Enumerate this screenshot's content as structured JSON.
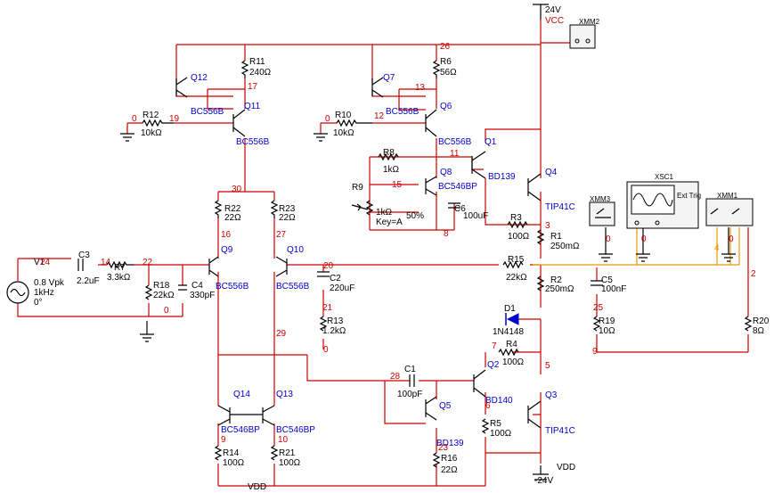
{
  "supply": {
    "vcc_value": "24V",
    "vcc_name": "VCC",
    "vdd_name": "VDD",
    "vdd_value": "-24V",
    "vdd_bottom": "VDD"
  },
  "source": {
    "name": "V1",
    "amplitude": "0.8 Vpk",
    "frequency": "1kHz",
    "phase": "0°"
  },
  "components": {
    "R1": {
      "name": "R1",
      "value": "250mΩ"
    },
    "R2": {
      "name": "R2",
      "value": "250mΩ"
    },
    "R3": {
      "name": "R3",
      "value": "100Ω"
    },
    "R4": {
      "name": "R4",
      "value": "100Ω"
    },
    "R5": {
      "name": "R5",
      "value": "100Ω"
    },
    "R6": {
      "name": "R6",
      "value": "56Ω"
    },
    "R7": {
      "name": "R7",
      "value": "3.3kΩ"
    },
    "R8": {
      "name": "R8",
      "value": "1kΩ"
    },
    "R9": {
      "name": "R9",
      "value": "1kΩ",
      "key": "Key=A",
      "percent": "50%"
    },
    "R10": {
      "name": "R10",
      "value": "10kΩ"
    },
    "R11": {
      "name": "R11",
      "value": "240Ω"
    },
    "R12": {
      "name": "R12",
      "value": "10kΩ"
    },
    "R13": {
      "name": "R13",
      "value": "1.2kΩ"
    },
    "R14": {
      "name": "R14",
      "value": "100Ω"
    },
    "R15": {
      "name": "R15",
      "value": "22kΩ"
    },
    "R16": {
      "name": "R16",
      "value": "22Ω"
    },
    "R18": {
      "name": "R18",
      "value": "22kΩ"
    },
    "R19": {
      "name": "R19",
      "value": "10Ω"
    },
    "R20": {
      "name": "R20",
      "value": "8Ω"
    },
    "R21": {
      "name": "R21",
      "value": "100Ω"
    },
    "R22": {
      "name": "R22",
      "value": "22Ω"
    },
    "R23": {
      "name": "R23",
      "value": "22Ω"
    },
    "C1": {
      "name": "C1",
      "value": "100pF"
    },
    "C2": {
      "name": "C2",
      "value": "220uF"
    },
    "C3": {
      "name": "C3",
      "value": "2.2uF"
    },
    "C4": {
      "name": "C4",
      "value": "330pF"
    },
    "C5": {
      "name": "C5",
      "value": "100nF"
    },
    "C6": {
      "name": "C6",
      "value": "100uF"
    },
    "D1": {
      "name": "D1",
      "value": "1N4148"
    }
  },
  "transistors": {
    "Q1": {
      "name": "Q1",
      "model": "BD139"
    },
    "Q2": {
      "name": "Q2",
      "model": "BD140"
    },
    "Q3": {
      "name": "Q3",
      "model": "TIP41C"
    },
    "Q4": {
      "name": "Q4",
      "model": "TIP41C"
    },
    "Q5": {
      "name": "Q5",
      "model": "BD139"
    },
    "Q6": {
      "name": "Q6",
      "model": "BC556B"
    },
    "Q7": {
      "name": "Q7",
      "model": ""
    },
    "Q8": {
      "name": "Q8",
      "model": "BC546BP"
    },
    "Q9": {
      "name": "Q9",
      "model": "BC556B"
    },
    "Q10": {
      "name": "Q10",
      "model": "BC556B"
    },
    "Q11": {
      "name": "Q11",
      "model": "BC556B"
    },
    "Q12": {
      "name": "Q12",
      "model": ""
    },
    "Q13": {
      "name": "Q13",
      "model": "BC546BP"
    },
    "Q14": {
      "name": "Q14",
      "model": "BC546BP"
    }
  },
  "instruments": {
    "xmm2": "XMM2",
    "xmm3": "XMM3",
    "xmm1": "XMM1",
    "xsc1": "XSC1",
    "ext_trig": "Ext Trig"
  },
  "nodes": {
    "n0a": "0",
    "n0b": "0",
    "n0c": "0",
    "n0d": "0",
    "n0e": "0",
    "n0f": "0",
    "n0g": "0",
    "n2": "2",
    "n3": "3",
    "n4": "4",
    "n5": "5",
    "n6": "6",
    "n7": "7",
    "n8": "8",
    "n9": "9",
    "n10": "10",
    "n11": "11",
    "n12": "12",
    "n13": "13",
    "n14": "14",
    "n15": "15",
    "n16": "16",
    "n17": "17",
    "n19": "19",
    "n20": "20",
    "n21": "21",
    "n22": "22",
    "n23": "23",
    "n24": "24",
    "n25": "25",
    "n26": "26",
    "n27": "27",
    "n28": "28",
    "n29": "29",
    "n30": "30"
  }
}
